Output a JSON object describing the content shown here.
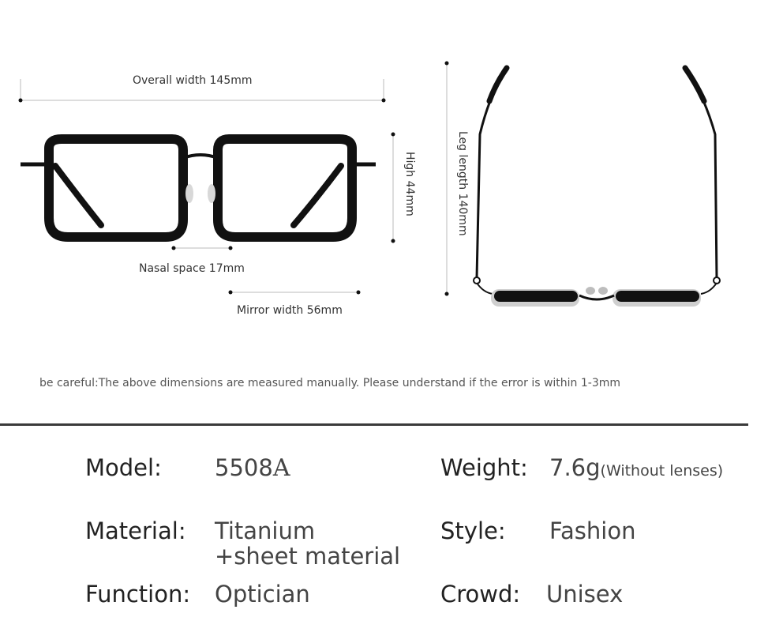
{
  "dimensions": {
    "overall_width": "Overall width 145mm",
    "high": "High 44mm",
    "nasal_space": "Nasal space 17mm",
    "mirror_width": "Mirror width 56mm",
    "leg_length": "Leg length 140mm"
  },
  "note": "be careful:The above dimensions are measured manually. Please understand if the error is within 1-3mm",
  "specs": {
    "model_key": "Model:",
    "model_value": "5508",
    "model_suffix": "A",
    "weight_key": "Weight:",
    "weight_value": "7.6g",
    "weight_note": "(Without lenses)",
    "material_key": "Material:",
    "material_line1": "Titanium",
    "material_line2": "+sheet material",
    "style_key": "Style:",
    "style_value": "Fashion",
    "function_key": "Function:",
    "function_value": "Optician",
    "crowd_key": "Crowd:",
    "crowd_value": "Unisex"
  },
  "colors": {
    "frame": "#111111",
    "guide": "#bbbbbb",
    "divider": "#3a3a3a"
  }
}
